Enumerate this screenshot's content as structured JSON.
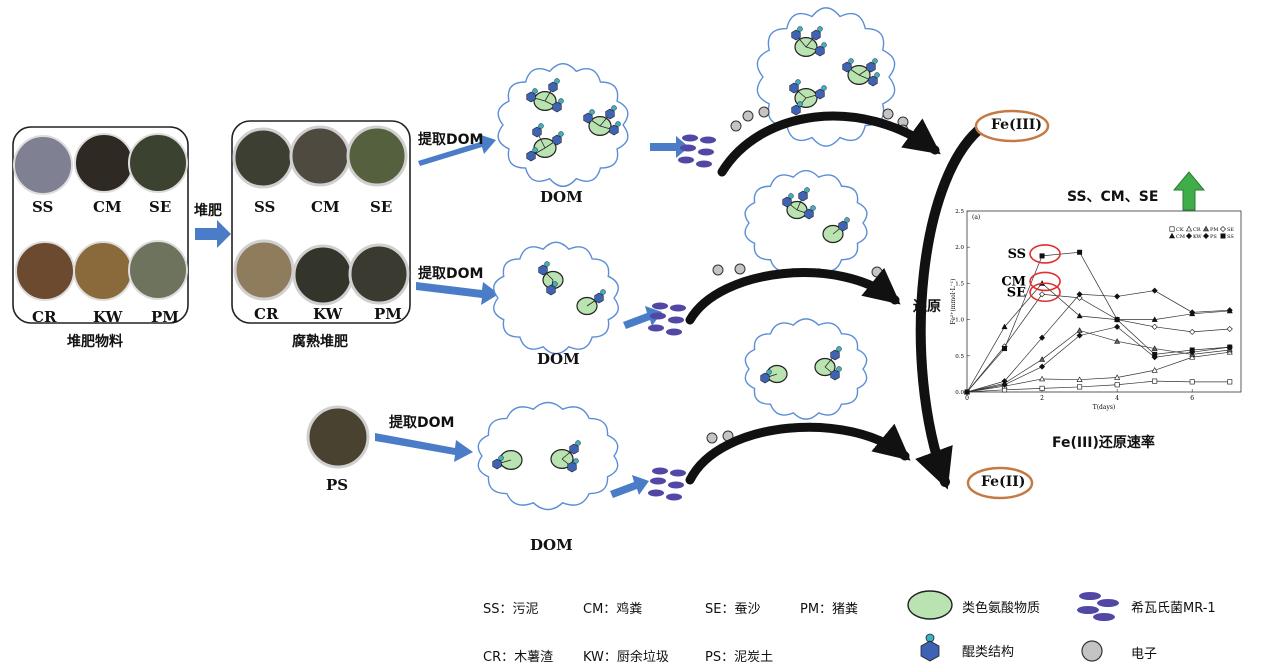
{
  "raw": {
    "caption": "堆肥物料",
    "samples": [
      {
        "code": "SS",
        "color": "#7f8193"
      },
      {
        "code": "CM",
        "color": "#2e2923"
      },
      {
        "code": "SE",
        "color": "#3c4230"
      },
      {
        "code": "CR",
        "color": "#6b4a30"
      },
      {
        "code": "KW",
        "color": "#8a6a3a"
      },
      {
        "code": "PM",
        "color": "#6e735d"
      }
    ]
  },
  "step_compost": "堆肥",
  "mature": {
    "caption": "腐熟堆肥",
    "samples": [
      {
        "code": "SS",
        "color": "#3d3f33"
      },
      {
        "code": "CM",
        "color": "#4e4a3f"
      },
      {
        "code": "SE",
        "color": "#55603e"
      },
      {
        "code": "CR",
        "color": "#8e7c5d"
      },
      {
        "code": "KW",
        "color": "#33352b"
      },
      {
        "code": "PM",
        "color": "#3b3a30"
      }
    ]
  },
  "ps_sample": {
    "code": "PS",
    "color": "#4a4230"
  },
  "extract_label": "提取DOM",
  "dom_label": "DOM",
  "fe3_label": "Fe(III)",
  "fe2_label": "Fe(II)",
  "reduce_label": "还原",
  "chart_caption": "Fe(III)还原速率",
  "enhance_note": "SS、CM、SE",
  "colors": {
    "arrow_blue": "#4a7cc7",
    "cloud": "#5b8ed6",
    "tryptophan": "#b9e3b0",
    "quinone": "#3f63b4",
    "bacteria": "#5148a5",
    "electron": "#c4c4c4",
    "fe_ring": "#c47a45",
    "highlight": "#e03030",
    "enhance": "#3fae49"
  },
  "legend": {
    "row1": [
      "SS：污泥",
      "CM：鸡粪",
      "SE：蚕沙",
      "PM：猪粪"
    ],
    "row2": [
      "CR：木薯渣",
      "KW：厨余垃圾",
      "PS：泥炭土"
    ],
    "tryptophan": "类色氨酸物质",
    "bacteria": "希瓦氏菌MR-1",
    "quinone": "醌类结构",
    "electron": "电子"
  },
  "chart_data": {
    "type": "line",
    "title": "(a)",
    "xlabel": "T(days)",
    "ylabel": "Fe²⁺(mmol·L⁻¹)",
    "xlim": [
      0,
      7.3
    ],
    "ylim": [
      0,
      2.5
    ],
    "xticks": [
      0,
      2,
      4,
      6
    ],
    "yticks": [
      0.0,
      0.5,
      1.0,
      1.5,
      2.0,
      2.5
    ],
    "series": [
      {
        "name": "CK",
        "x": [
          0,
          1,
          2,
          3,
          4,
          5,
          6,
          7
        ],
        "values": [
          0,
          0.03,
          0.05,
          0.07,
          0.1,
          0.15,
          0.14,
          0.14
        ]
      },
      {
        "name": "CR",
        "x": [
          0,
          1,
          2,
          3,
          4,
          5,
          6,
          7
        ],
        "values": [
          0,
          0.08,
          0.18,
          0.17,
          0.2,
          0.3,
          0.48,
          0.55
        ]
      },
      {
        "name": "PM",
        "x": [
          0,
          1,
          2,
          3,
          4,
          5,
          6,
          7
        ],
        "values": [
          0,
          0.12,
          0.45,
          0.85,
          0.7,
          0.6,
          0.52,
          0.58
        ]
      },
      {
        "name": "SE",
        "x": [
          0,
          1,
          2,
          3,
          4,
          5,
          6,
          7
        ],
        "values": [
          0,
          0.63,
          1.35,
          1.3,
          1.0,
          0.9,
          0.83,
          0.87
        ]
      },
      {
        "name": "CM",
        "x": [
          0,
          1,
          2,
          3,
          4,
          5,
          6,
          7
        ],
        "values": [
          0,
          0.9,
          1.5,
          1.05,
          1.0,
          1.0,
          1.08,
          1.12
        ]
      },
      {
        "name": "KW",
        "x": [
          0,
          1,
          2,
          3,
          4,
          5,
          6,
          7
        ],
        "values": [
          0,
          0.15,
          0.75,
          1.35,
          1.32,
          1.4,
          1.1,
          1.13
        ]
      },
      {
        "name": "PS",
        "x": [
          0,
          1,
          2,
          3,
          4,
          5,
          6,
          7
        ],
        "values": [
          0,
          0.1,
          0.35,
          0.78,
          0.9,
          0.48,
          0.55,
          0.62
        ]
      },
      {
        "name": "SS",
        "x": [
          0,
          1,
          2,
          3,
          4,
          5,
          6,
          7
        ],
        "values": [
          0,
          0.6,
          1.88,
          1.93,
          1.0,
          0.52,
          0.58,
          0.62
        ]
      }
    ],
    "annotations": [
      "SS",
      "CM",
      "SE"
    ]
  }
}
